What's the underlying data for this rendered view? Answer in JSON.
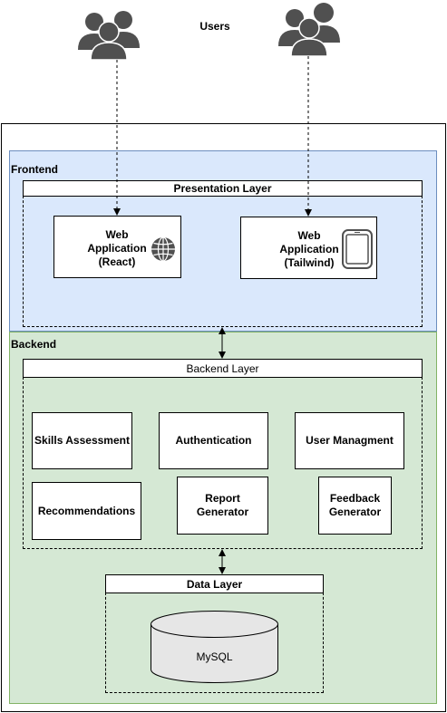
{
  "users_label": "Users",
  "frontend": {
    "title": "Frontend",
    "presentation_layer": "Presentation Layer",
    "web_react": {
      "line1": "Web",
      "line2": "Application",
      "line3": "(React)",
      "icon": "globe-icon"
    },
    "web_tailwind": {
      "line1": "Web",
      "line2": "Application",
      "line3": "(Tailwind)",
      "icon": "tablet-icon"
    }
  },
  "backend": {
    "title": "Backend",
    "backend_layer": "Backend Layer",
    "components": {
      "skills": "Skills Assessment",
      "auth": "Authentication",
      "user_mgmt": "User Managment",
      "recommendations": "Recommendations",
      "report_line1": "Report",
      "report_line2": "Generator",
      "feedback_line1": "Feedback",
      "feedback_line2": "Generator"
    }
  },
  "data_layer": {
    "title": "Data Layer",
    "db": "MySQL"
  },
  "colors": {
    "frontend_fill": "#dae8fc",
    "frontend_stroke": "#6c8ebf",
    "backend_fill": "#d5e8d4",
    "backend_stroke": "#82b366",
    "icon_gray": "#505050",
    "db_fill": "#e6e6e6"
  }
}
